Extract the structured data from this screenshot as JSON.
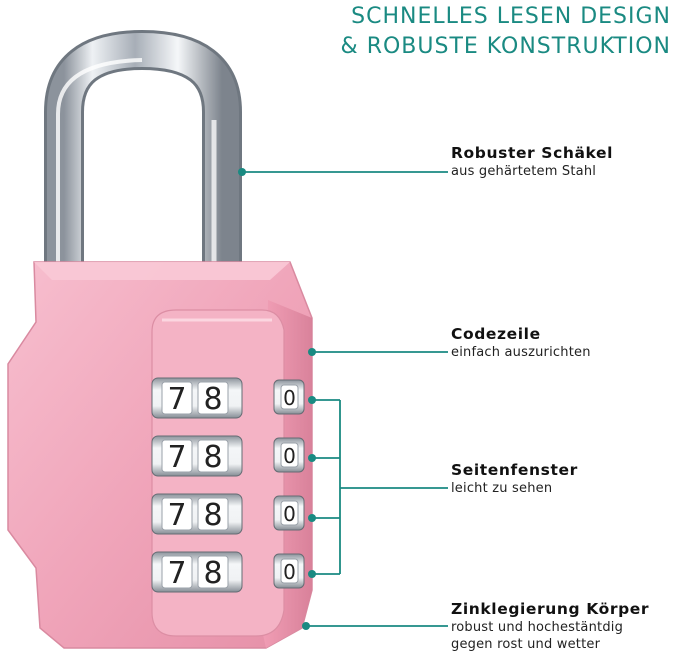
{
  "headline": {
    "line1": "SCHNELLES LESEN DESIGN",
    "line2": "& ROBUSTE KONSTRUKTION"
  },
  "features": [
    {
      "title": "Robuster Schäkel",
      "desc": [
        "aus gehärtetem Stahl"
      ]
    },
    {
      "title": "Codezeile",
      "desc": [
        "einfach auszurichten"
      ]
    },
    {
      "title": "Seitenfenster",
      "desc": [
        "leicht zu sehen"
      ]
    },
    {
      "title": "Zinklegierung Körper",
      "desc": [
        "robust und hochestäntdig",
        "gegen rost und wetter"
      ]
    }
  ],
  "dials": [
    {
      "front": [
        "7",
        "8"
      ],
      "side": "0"
    },
    {
      "front": [
        "7",
        "8"
      ],
      "side": "0"
    },
    {
      "front": [
        "7",
        "8"
      ],
      "side": "0"
    },
    {
      "front": [
        "7",
        "8"
      ],
      "side": "0"
    }
  ],
  "colors": {
    "accent": "#1a8a82",
    "lock_body": "#f2a9bd",
    "shackle": "#c7ccd3"
  }
}
